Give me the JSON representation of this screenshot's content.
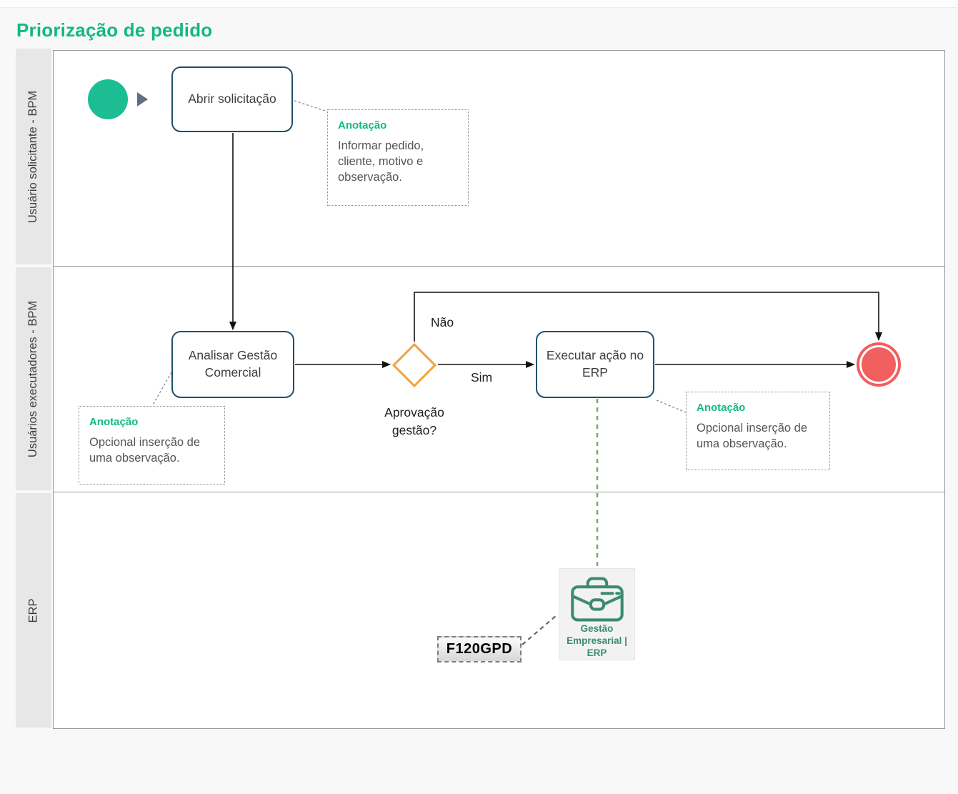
{
  "title": "Priorização de pedido",
  "lanes": [
    {
      "label": "Usuário solicitante - BPM"
    },
    {
      "label": "Usuários executadores - BPM"
    },
    {
      "label": "ERP"
    }
  ],
  "nodes": {
    "start_event": {
      "type": "start"
    },
    "task_abrir": {
      "label": "Abrir solicitação"
    },
    "task_analisar": {
      "label": "Analisar Gestão Comercial"
    },
    "task_executar": {
      "label": "Executar ação no ERP"
    },
    "gateway": {
      "label": "Aprovação gestão?"
    },
    "end_event": {
      "type": "end"
    },
    "erp_system": {
      "line1": "Gestão",
      "line2": "Empresarial | ERP",
      "icon": "briefcase-icon"
    },
    "program_ref": {
      "label": "F120GPD"
    }
  },
  "flows": {
    "no_label": "Não",
    "yes_label": "Sim"
  },
  "annotations": [
    {
      "header": "Anotação",
      "body": "Informar pedido, cliente, motivo e observação."
    },
    {
      "header": "Anotação",
      "body": "Opcional inserção de uma observação."
    },
    {
      "header": "Anotação",
      "body": "Opcional inserção de uma observação."
    }
  ],
  "colors": {
    "title_teal": "#12b886",
    "start_event_green": "#1cbd92",
    "task_border_navy": "#20506b",
    "gateway_orange": "#f2a33c",
    "end_event_red": "#f15f5f",
    "erp_icon_green": "#3c8c6e",
    "association_green_dash": "#78ad64",
    "lane_header_gray": "#e7e7e7"
  }
}
